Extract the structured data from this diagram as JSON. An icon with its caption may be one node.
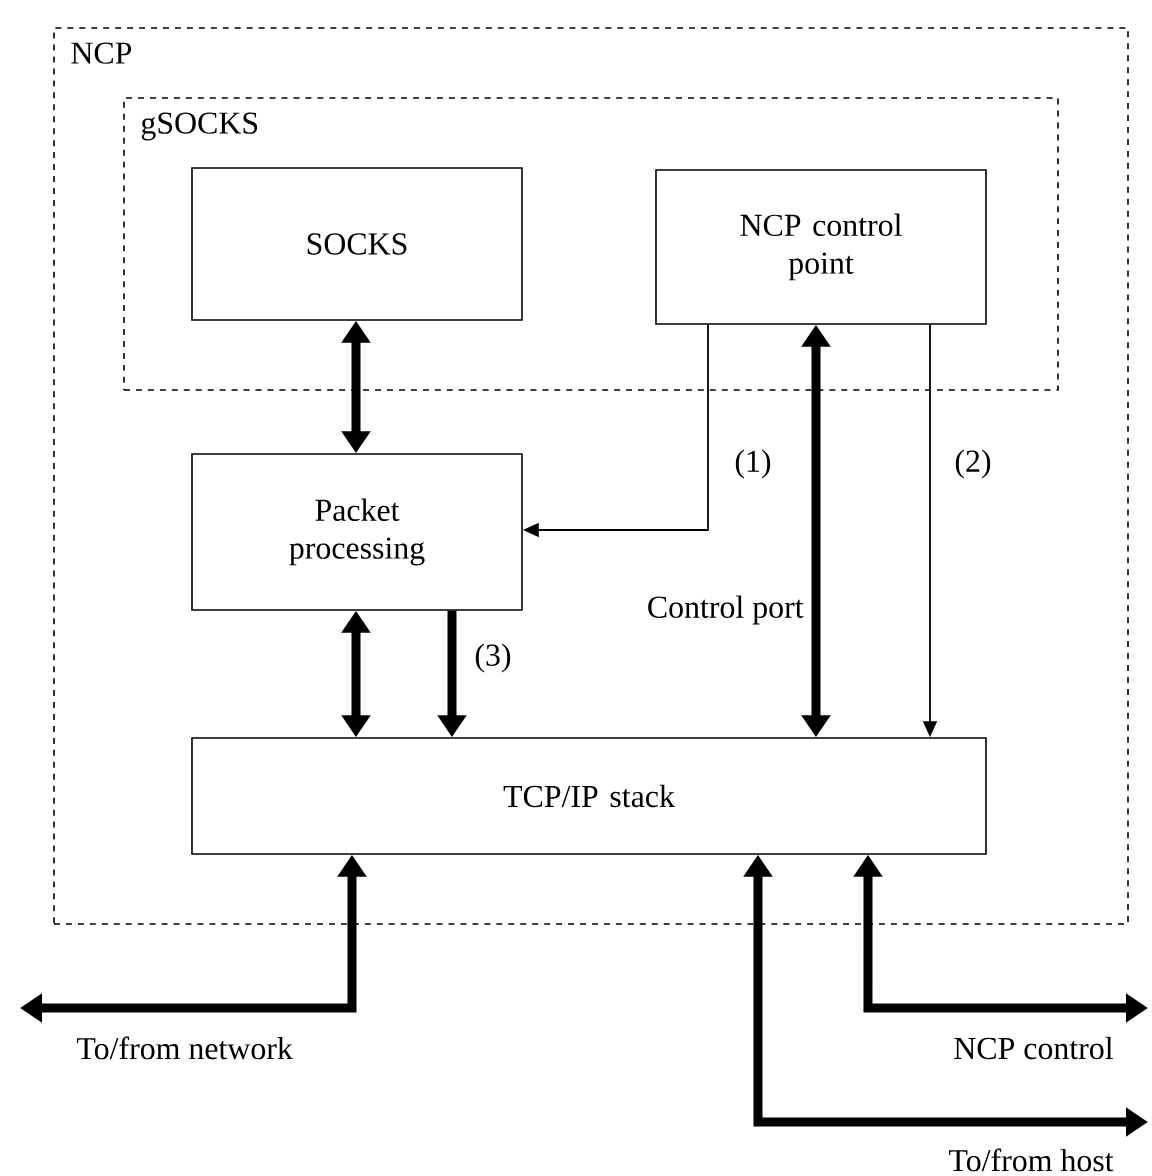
{
  "diagram": {
    "nodes": [
      {
        "text": [
          "NCP"
        ]
      },
      {
        "text": [
          "gSOCKS"
        ],
        "in": 0
      },
      {
        "text": [
          "SOCKS"
        ],
        "in": 1
      },
      {
        "text": [
          "NCP control point"
        ],
        "in": 1
      },
      {
        "text": [
          "Packet processing"
        ],
        "in": 0
      },
      {
        "text": [
          "TCP/IP stack"
        ],
        "in": 0
      }
    ],
    "edges": [
      {
        "from": 2,
        "to": 4,
        "arrow": "both"
      },
      {
        "from": 3,
        "to": 4,
        "arrow": "to",
        "label": "(1)"
      },
      {
        "from": 5,
        "to": 3,
        "arrow": "both",
        "label": "Control port"
      },
      {
        "from": 3,
        "to": 5,
        "arrow": "to",
        "label": "(2)"
      },
      {
        "from": 4,
        "to": 5,
        "arrow": "both"
      },
      {
        "from": 4,
        "to": 5,
        "arrow": "to",
        "label": "(3)"
      },
      {
        "from": null,
        "to": 5,
        "arrow": "both",
        "label": "To/from network"
      },
      {
        "from": 5,
        "to": null,
        "arrow": "both",
        "label": "To/from host"
      },
      {
        "from": 5,
        "to": null,
        "arrow": "both",
        "label": "NCP control"
      }
    ]
  }
}
